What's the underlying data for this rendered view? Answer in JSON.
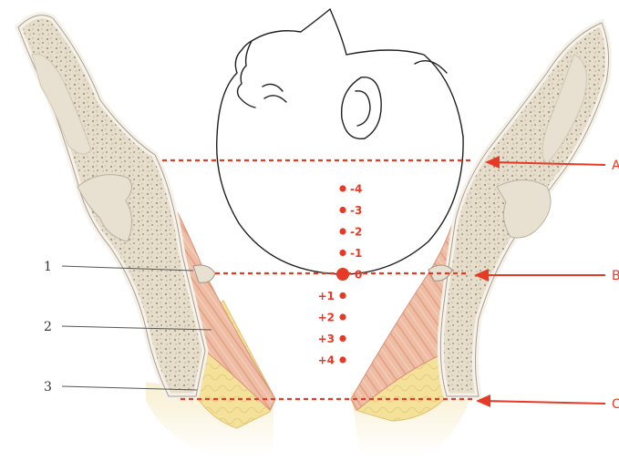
{
  "colors": {
    "accent": "#e63a26",
    "bone": "#e8e1d2",
    "cortex": "#f6f2ea",
    "trabecular": "#bdb5a5",
    "muscle": "#eeb9a1",
    "fat": "#f4e3a2",
    "skin": "#f8efcf",
    "line": "#1f1f1f"
  },
  "left_labels": [
    {
      "number": "1"
    },
    {
      "number": "2"
    },
    {
      "number": "3"
    }
  ],
  "planes": [
    {
      "letter": "A"
    },
    {
      "letter": "B"
    },
    {
      "letter": "C"
    }
  ],
  "stations": [
    {
      "label": "-4",
      "side": "right"
    },
    {
      "label": "-3",
      "side": "right"
    },
    {
      "label": "-2",
      "side": "right"
    },
    {
      "label": "-1",
      "side": "right"
    },
    {
      "label": "0",
      "side": "right"
    },
    {
      "label": "+1",
      "side": "left"
    },
    {
      "label": "+2",
      "side": "left"
    },
    {
      "label": "+3",
      "side": "left"
    },
    {
      "label": "+4",
      "side": "left"
    }
  ]
}
